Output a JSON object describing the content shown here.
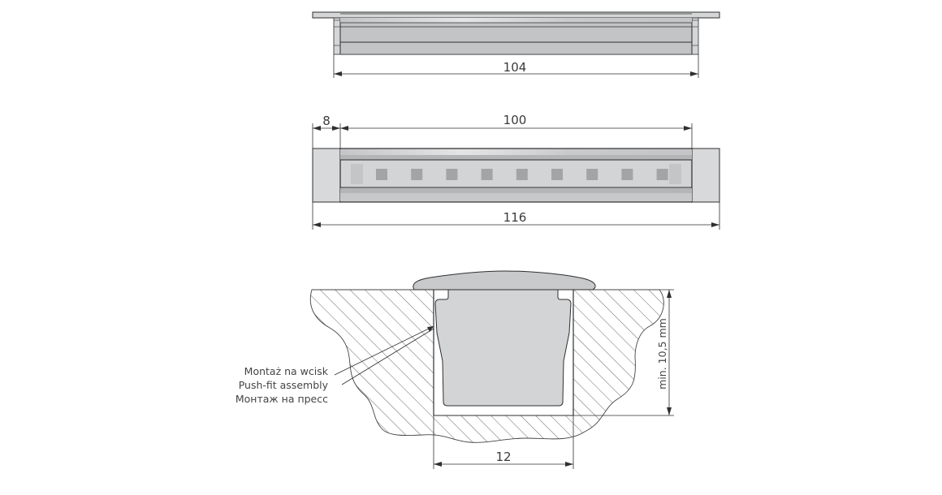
{
  "top_view": {
    "dimension_width": "104"
  },
  "front_view": {
    "dimension_end_cap": "8",
    "dimension_inner": "100",
    "dimension_total": "116",
    "led_count": 9
  },
  "cross_section": {
    "depth_label": "min. 10,5 mm",
    "width_label": "12",
    "assembly_labels": [
      "Montaż na wcisk",
      "Push-fit assembly",
      "Монтаж на пресс"
    ]
  },
  "colors": {
    "line": "#2f2f2f",
    "profile_fill": "#d3d4d6",
    "profile_dark": "#b4b5b7",
    "led": "#a3a4a6",
    "hatch": "#555555"
  }
}
